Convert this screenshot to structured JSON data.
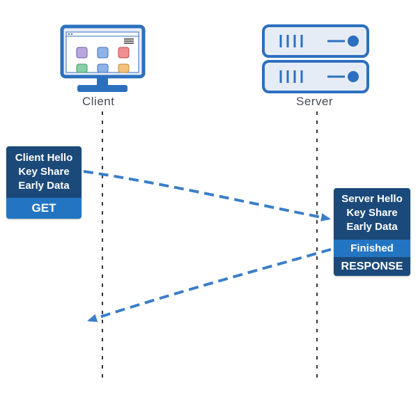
{
  "labels": {
    "client": "Client",
    "server": "Server"
  },
  "client_message": {
    "lines": [
      "Client Hello",
      "Key Share",
      "Early Data"
    ],
    "tag": "GET"
  },
  "server_message": {
    "lines": [
      "Server Hello",
      "Key Share",
      "Early Data"
    ],
    "tag": "Finished",
    "footer": "RESPONSE"
  },
  "colors": {
    "box_dark": "#1b4a7a",
    "box_accent": "#2375c2",
    "arrow": "#3a7ec8",
    "icon_outline": "#2c6fbf",
    "icon_fill": "#e6ecf6",
    "lifeline": "#333333",
    "app_purple": "#b9a8e0",
    "app_blue": "#8fb3e8",
    "app_red": "#ef8f8f",
    "app_green": "#87cfa6",
    "app_orange": "#f3c27d"
  },
  "icons": {
    "client": "desktop-monitor-icon",
    "server": "server-rack-icon"
  }
}
